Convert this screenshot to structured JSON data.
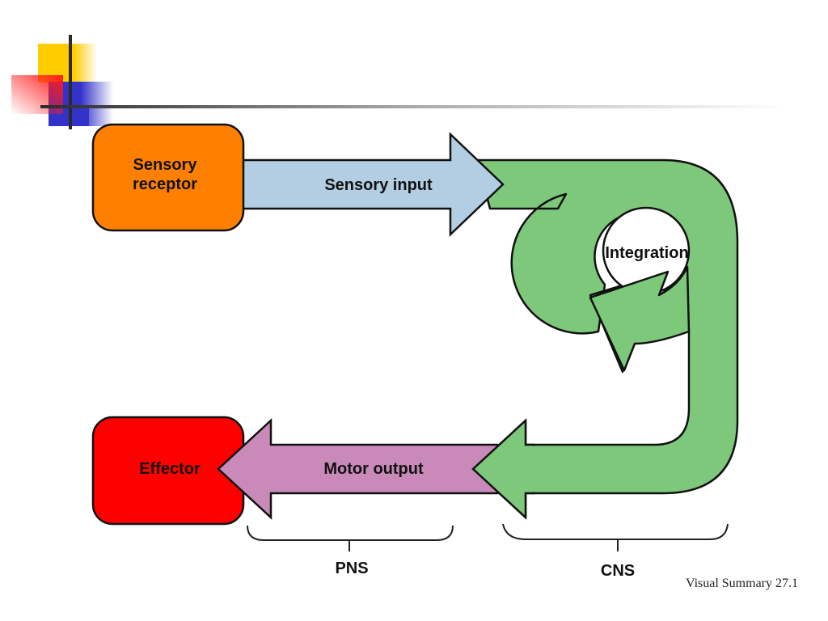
{
  "slide": {
    "caption": "Visual Summary 27.1"
  },
  "nodes": {
    "sensory_receptor": {
      "line1": "Sensory",
      "line2": "receptor",
      "color": "#ff8000"
    },
    "effector": {
      "label": "Effector",
      "color": "#ff0000"
    },
    "integration": {
      "label": "Integration",
      "color": "#7dc87a"
    }
  },
  "arrows": {
    "sensory_input": {
      "label": "Sensory input",
      "color": "#b3cde3"
    },
    "motor_output": {
      "label": "Motor output",
      "color": "#c98aba"
    }
  },
  "braces": {
    "pns": {
      "label": "PNS"
    },
    "cns": {
      "label": "CNS"
    }
  },
  "decor": {
    "yellow": "#ffcc00",
    "red": "#ff2020",
    "blue": "#3333cc",
    "line": "#333333"
  }
}
